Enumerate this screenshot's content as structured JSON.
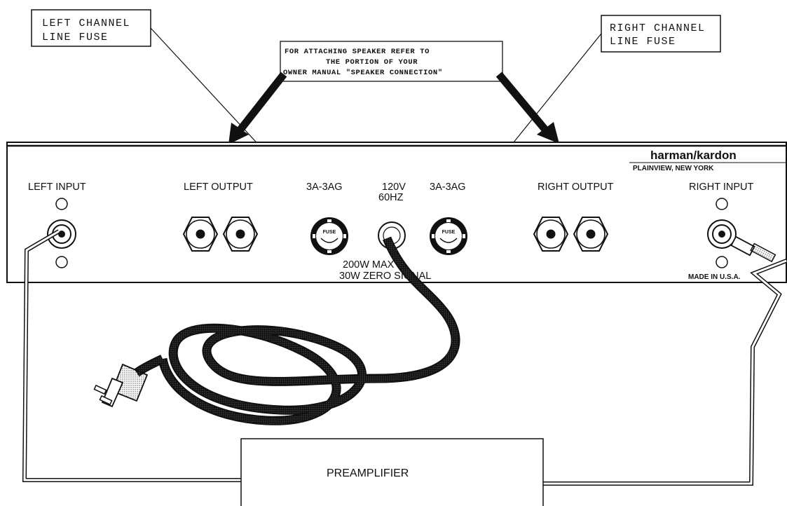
{
  "callouts": {
    "left_fuse_line1": "LEFT CHANNEL",
    "left_fuse_line2": "LINE FUSE",
    "right_fuse_line1": "RIGHT CHANNEL",
    "right_fuse_line2": "LINE FUSE",
    "speaker_note_line1": "FOR ATTACHING SPEAKER REFER TO",
    "speaker_note_line2": "THE PORTION OF YOUR",
    "speaker_note_line3": "OWNER MANUAL \"SPEAKER CONNECTION\""
  },
  "panel": {
    "brand": "harman/kardon",
    "brand_location": "PLAINVIEW, NEW YORK",
    "left_input": "LEFT INPUT",
    "left_output": "LEFT OUTPUT",
    "left_fuse_rating": "3A-3AG",
    "voltage": "120V",
    "frequency": "60HZ",
    "right_fuse_rating": "3A-3AG",
    "right_output": "RIGHT OUTPUT",
    "right_input": "RIGHT INPUT",
    "power_max": "200W MAX",
    "power_zero": "30W ZERO SIGNAL",
    "made_in": "MADE IN U.S.A.",
    "fuse_cap_text": "FUSE"
  },
  "preamplifier": {
    "label": "PREAMPLIFIER"
  }
}
